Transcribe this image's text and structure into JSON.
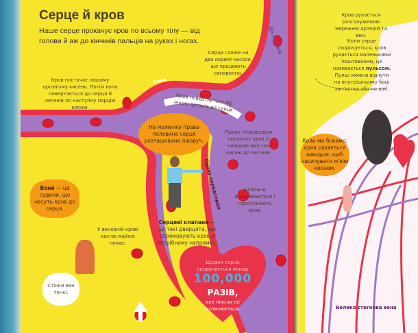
{
  "title": "Серце й кров",
  "intro": "Наше серце прокачує кров по всьому тілу — від голови й аж до кінчиків пальців на руках і ногах.",
  "notes": {
    "oxygen_return": "Кров постачає нашому організму кисень. Потім вона повертається до серця й легенів по наступну порцію кисню.",
    "two_pumps": "Серце схоже на два окремі насоси, що працюють синхронно.",
    "blood_returns": "Кров повертається від інших органів до серця",
    "right_half": "На малюнку права половина серця розташована ліворуч.",
    "atrium_pumps": "Праве передсердя прокачує кров із низьким вмістом кисню до легенів.",
    "valves_open": "Клапани відкриваються і пропускають кров.",
    "veins_bubble_term": "Вени",
    "veins_bubble_text": "— це судини, що несуть кров до серця.",
    "venous_blood": "У венозній крові кисню майже немає.",
    "valves_term": "Серцеві клапани",
    "valves_text": "— це такі дверцята, що спрямовують кров у потрібному напрямку.",
    "vein_walls": "Стінки вен тонкі.",
    "heart_top": "Щодня серце скорочується понад",
    "heart_number": "100,000",
    "heart_times": "РАЗІВ,",
    "heart_bottom": "але ніколи не втомлюється.",
    "branching": "Кров рухається розгалуженою мережею артерій та вен.",
    "pulse_pre": "Коли серце скорочується, кров рухається маленькими поштовхами, це називається",
    "pulse_term": "пульсом.",
    "pulse_post": "Пульс можна відчути на внутрішньому боці зап'ястка або на шиї.",
    "running": "Коли ми біжимо, кров рухається швидше, щоб насичувати м'язи киснем."
  },
  "labels": {
    "veins": "Вени",
    "to_lungs": "До легенів",
    "right_atrium": "Праве передсердя",
    "femoral_vein": "Велика стегнова вена"
  },
  "colors": {
    "page": "#f6e52a",
    "vessel": "#e8334a",
    "vessel_inner": "#a377c4",
    "bubble": "#f59a14",
    "heart": "#e8334a"
  }
}
